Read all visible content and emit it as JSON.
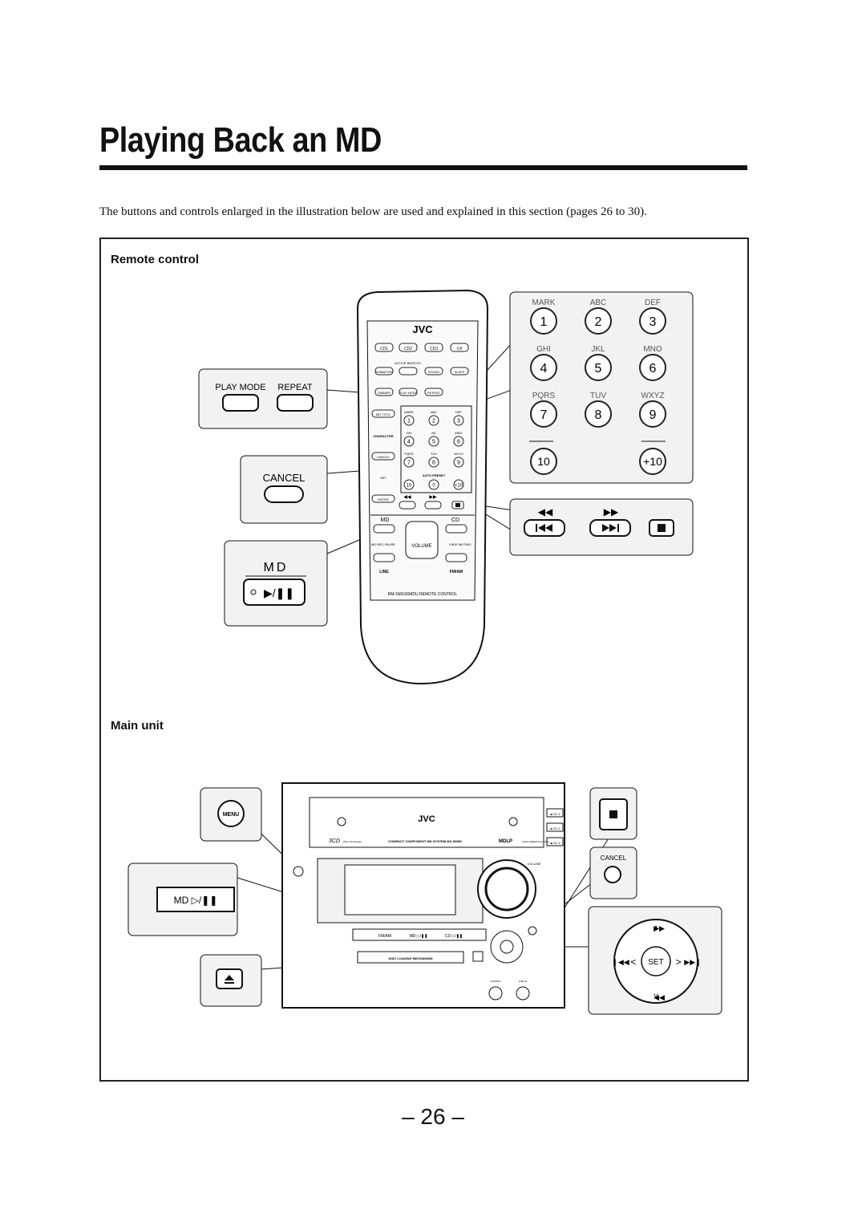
{
  "page": {
    "title": "Playing Back an MD",
    "intro": "The buttons and controls enlarged in the illustration below are used and explained in this section (pages 26 to 30).",
    "page_number": "– 26 –"
  },
  "remote": {
    "section_label": "Remote control",
    "brand": "JVC",
    "top_buttons": [
      "CD1",
      "CD2",
      "CD3",
      "⏻/I"
    ],
    "second_row": [
      "ANIMATION",
      "ACTIVE BASS EX.",
      "SOUND",
      "SLEEP"
    ],
    "third_row": [
      "DIMMER",
      "PLAY MODE",
      "REPEAT"
    ],
    "side_labels": [
      "MD TITLE",
      "CHARACTER",
      "CANCEL",
      "SET",
      "ENTER"
    ],
    "keypad": [
      {
        "letters": "MARK",
        "digit": "1"
      },
      {
        "letters": "ABC",
        "digit": "2"
      },
      {
        "letters": "DEF",
        "digit": "3"
      },
      {
        "letters": "GHI",
        "digit": "4"
      },
      {
        "letters": "JKL",
        "digit": "5"
      },
      {
        "letters": "MNO",
        "digit": "6"
      },
      {
        "letters": "PQRS",
        "digit": "7"
      },
      {
        "letters": "TUV",
        "digit": "8"
      },
      {
        "letters": "WXYZ",
        "digit": "9"
      }
    ],
    "bottom_keys": [
      "10",
      "0",
      "+10"
    ],
    "auto_preset": "AUTO PRESET",
    "md_label": "MD",
    "cd_label": "CD",
    "volume_label": "VOLUME",
    "md_rec_pause": "MD REC PAUSE",
    "fade_muting": "FADE MUTING",
    "line_label": "LINE",
    "fm_am_label": "FM/AM",
    "model": "RM-SMXS6MDU  REMOTE  CONTROL",
    "callout_play_mode": "PLAY MODE",
    "callout_repeat": "REPEAT",
    "callout_cancel": "CANCEL",
    "callout_md": "MD",
    "callout_play_pause": "▶/❚❚"
  },
  "keypad_zoom": {
    "rows": [
      [
        {
          "letters": "MARK",
          "digit": "1"
        },
        {
          "letters": "ABC",
          "digit": "2"
        },
        {
          "letters": "DEF",
          "digit": "3"
        }
      ],
      [
        {
          "letters": "GHI",
          "digit": "4"
        },
        {
          "letters": "JKL",
          "digit": "5"
        },
        {
          "letters": "MNO",
          "digit": "6"
        }
      ],
      [
        {
          "letters": "PQRS",
          "digit": "7"
        },
        {
          "letters": "TUV",
          "digit": "8"
        },
        {
          "letters": "WXYZ",
          "digit": "9"
        }
      ]
    ],
    "bottom": [
      "10",
      "+10"
    ],
    "transport": [
      "◀◀",
      "▶▶"
    ]
  },
  "main_unit": {
    "section_label": "Main unit",
    "brand": "JVC",
    "front_text": "COMPACT COMPONENT MD SYSTEM MX-S6MD",
    "three_cd": "3CD",
    "play_exchange": "Play & Exchange",
    "mdlp": "MDLP",
    "high_speed": "HIGH-SPEED Recording",
    "buttons": [
      "FM/AM",
      "MD ▷/❚❚",
      "CD ▷/❚❚"
    ],
    "disc_loading": "DISC LOADING MECHANISM",
    "phones": "PHONES",
    "line_in": "LINE IN",
    "volume": "VOLUME",
    "cd_trays": [
      "▲CD 3",
      "▲CD 2",
      "▲CD 1"
    ],
    "callout_menu": "MENU",
    "callout_md": "MD ▷/❚❚",
    "callout_cancel": "CANCEL",
    "callout_set": "SET"
  },
  "colors": {
    "ink": "#111111",
    "panel_fill": "#f2f2f2",
    "key_label": "#555555"
  }
}
